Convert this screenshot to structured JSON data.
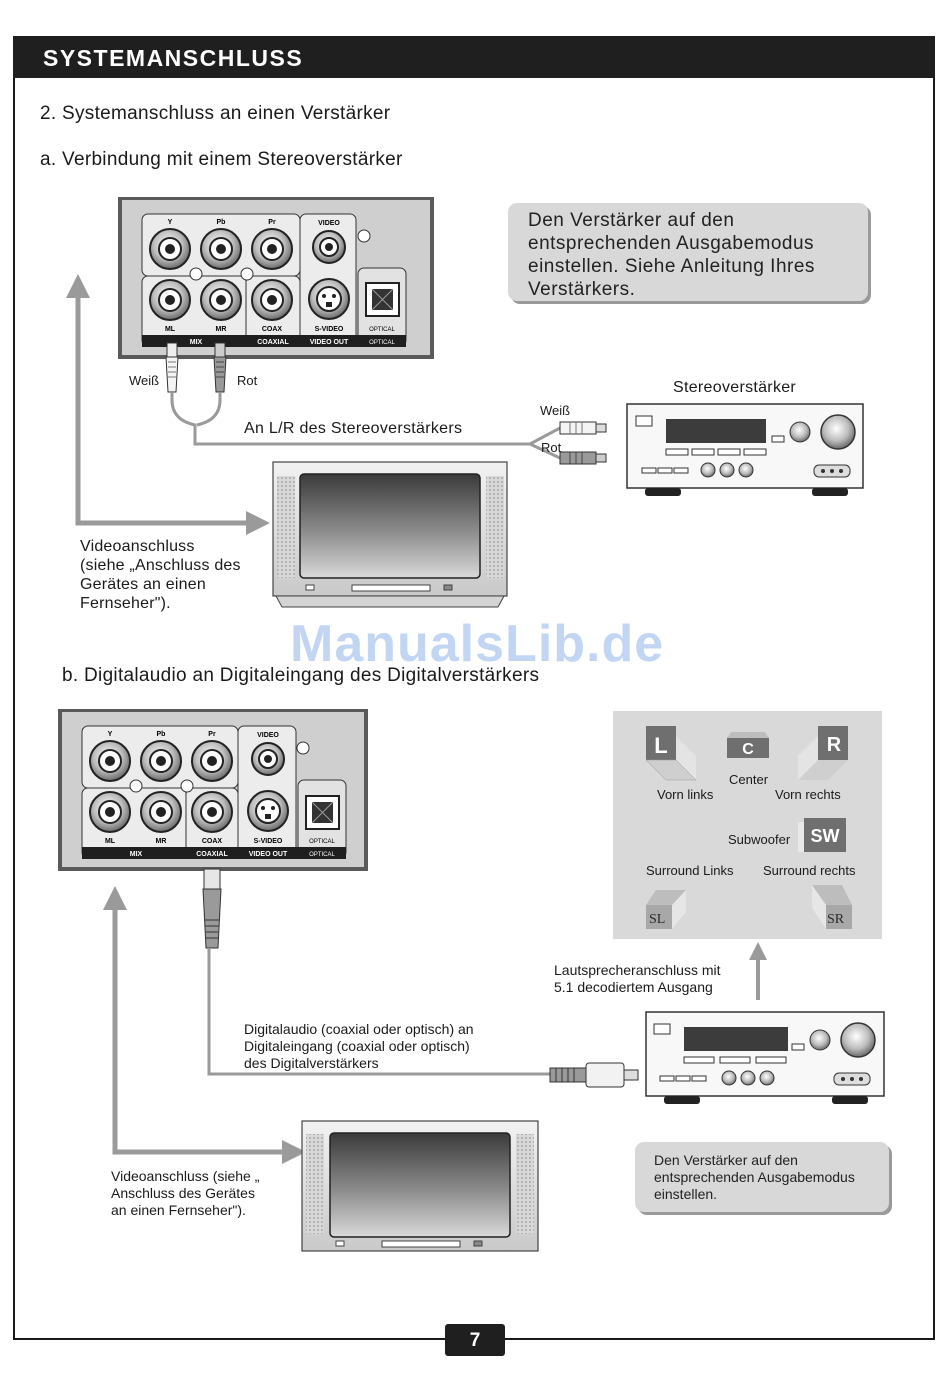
{
  "header": {
    "title": "SYSTEMANSCHLUSS"
  },
  "section": {
    "title": "2. Systemanschluss an einen Verstärker",
    "part_a": "a. Verbindung mit einem Stereoverstärker",
    "part_b": "b. Digitalaudio an Digitaleingang des Digitalverstärkers"
  },
  "panel_labels": {
    "y": "Y",
    "pb": "Pb",
    "pr": "Pr",
    "video": "VIDEO",
    "ml": "ML",
    "mr": "MR",
    "coax": "COAX",
    "svideo": "S-VIDEO",
    "mix": "MIX",
    "coaxial": "COAXIAL",
    "video_out": "VIDEO OUT",
    "optical": "OPTICAL"
  },
  "diagram_a": {
    "callout": [
      "Den Verstärker auf den",
      "entsprechenden Ausgabemodus",
      "einstellen. Siehe Anleitung Ihres",
      "Verstärkers."
    ],
    "white_label": "Weiß",
    "red_label": "Rot",
    "stereo_amp": "Stereoverstärker",
    "lr_label": "An L/R des Stereoverstärkers",
    "white_label_2": "Weiß",
    "red_label_2": "Rot",
    "video_note": [
      "Videoanschluss",
      "(siehe „Anschluss des",
      "Gerätes an einen",
      "Fernseher\")."
    ]
  },
  "diagram_b": {
    "speakers": {
      "l": "L",
      "c": "C",
      "r": "R",
      "sw": "SW",
      "sl": "SL",
      "sr": "SR",
      "center": "Center",
      "front_left": "Vorn links",
      "front_right": "Vorn rechts",
      "subwoofer": "Subwoofer",
      "surround_left": "Surround Links",
      "surround_right": "Surround rechts"
    },
    "speaker_note": [
      "Lautsprecheranschluss mit",
      "5.1 decodiertem Ausgang"
    ],
    "digital_note": [
      "Digitalaudio (coaxial oder optisch) an",
      "Digitaleingang (coaxial oder optisch)",
      "des Digitalverstärkers"
    ],
    "video_note": [
      "Videoanschluss (siehe „",
      "Anschluss des Gerätes",
      "an einen Fernseher\")."
    ],
    "callout": [
      "Den Verstärker auf den",
      "entsprechenden Ausgabemodus",
      "einstellen."
    ]
  },
  "watermark": "ManualsLib.de",
  "page_number": "7"
}
